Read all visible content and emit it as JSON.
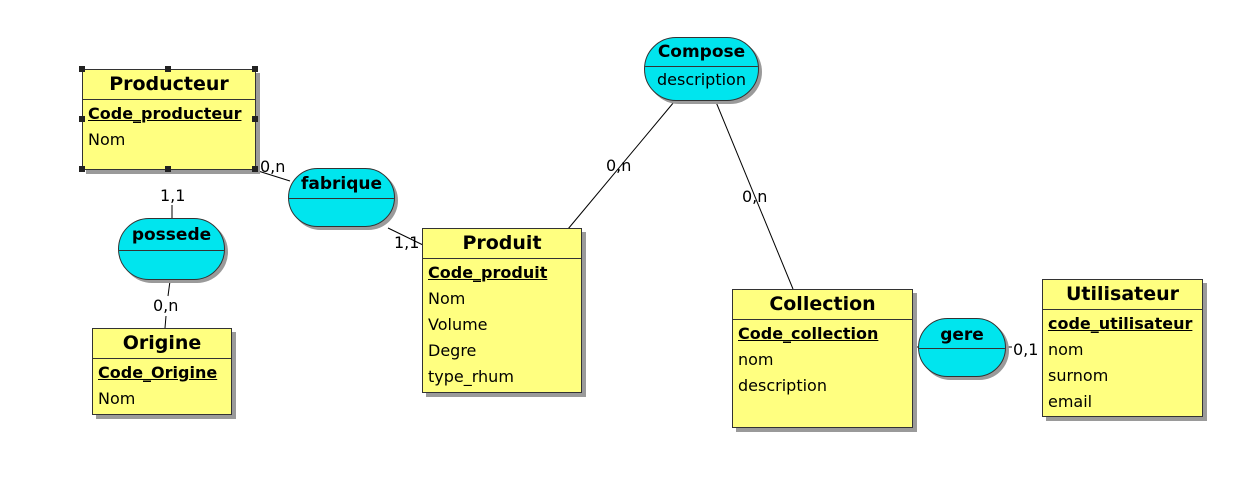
{
  "entities": {
    "producteur": {
      "name": "Producteur",
      "attributes": [
        "Code_producteur",
        "Nom"
      ]
    },
    "origine": {
      "name": "Origine",
      "attributes": [
        "Code_Origine",
        "Nom"
      ]
    },
    "produit": {
      "name": "Produit",
      "attributes": [
        "Code_produit",
        "Nom",
        "Volume",
        "Degre",
        "type_rhum"
      ]
    },
    "collection": {
      "name": "Collection",
      "attributes": [
        "Code_collection",
        "nom",
        "description"
      ]
    },
    "utilisateur": {
      "name": "Utilisateur",
      "attributes": [
        "code_utilisateur",
        "nom",
        "surnom",
        "email"
      ]
    }
  },
  "associations": {
    "compose": {
      "name": "Compose",
      "attributes": [
        "description"
      ]
    },
    "fabrique": {
      "name": "fabrique"
    },
    "possede": {
      "name": "possede"
    },
    "gere": {
      "name": "gere"
    }
  },
  "cardinalities": {
    "producteur_fabrique": "0,n",
    "fabrique_produit": "1,1",
    "producteur_possede": "1,1",
    "possede_origine": "0,n",
    "produit_compose": "0,n",
    "compose_collection": "0,n",
    "gere_utilisateur": "0,1"
  },
  "colors": {
    "entity_fill": "#ffff80",
    "association_fill": "#00e5ee",
    "border": "#333333"
  }
}
